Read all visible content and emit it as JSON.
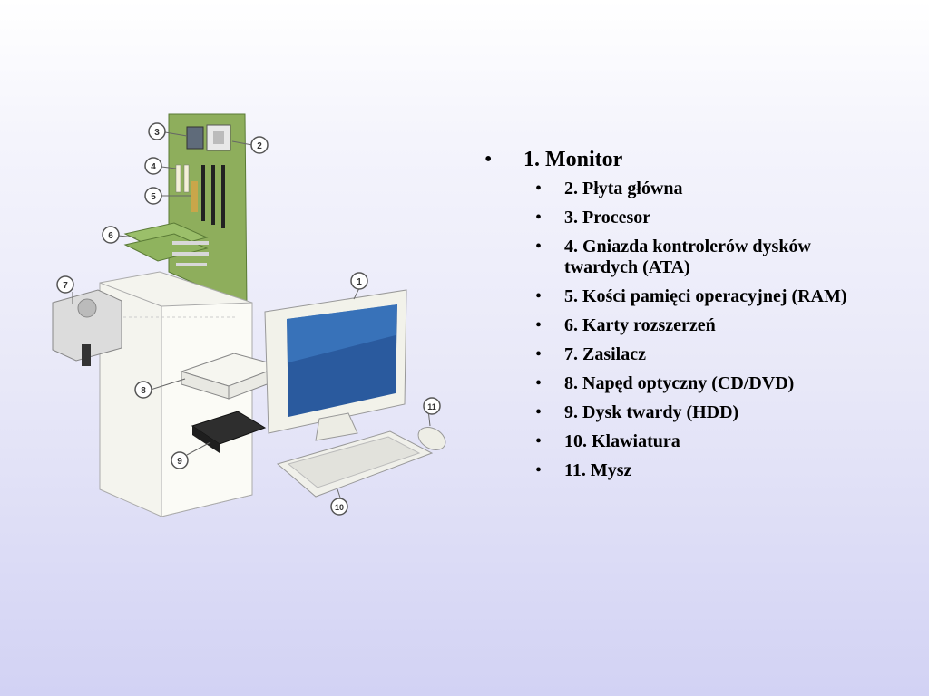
{
  "slide": {
    "main_item": "1. Monitor",
    "sub_items": [
      "2. Płyta główna",
      "3. Procesor",
      "4. Gniazda kontrolerów dysków twardych (ATA)",
      "5. Kości pamięci operacyjnej (RAM)",
      "6. Karty rozszerzeń",
      "7. Zasilacz",
      "8. Napęd optyczny (CD/DVD)",
      "9. Dysk twardy (HDD)",
      "10. Klawiatura",
      "11. Mysz"
    ],
    "bullet_symbol": "•"
  },
  "illustration": {
    "callouts": [
      "1",
      "2",
      "3",
      "4",
      "5",
      "6",
      "7",
      "8",
      "9",
      "10",
      "11"
    ]
  }
}
